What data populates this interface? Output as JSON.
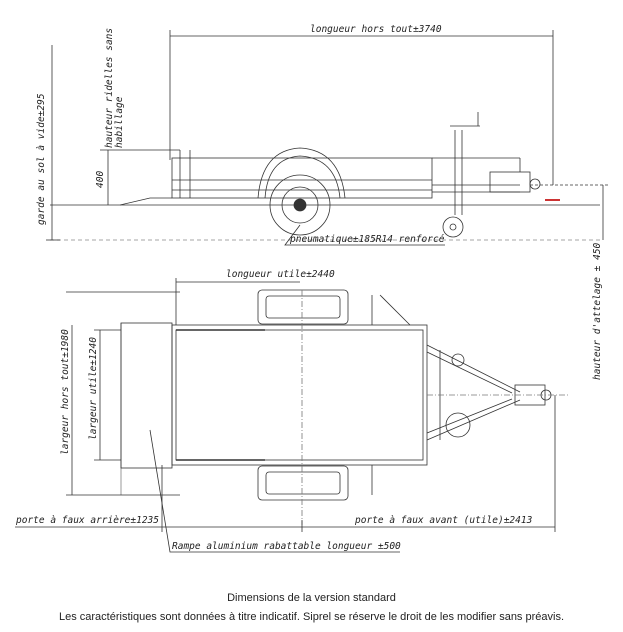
{
  "labels": {
    "longueur_hors_tout": "longueur hors tout±3740",
    "garde_au_sol": "garde au sol à vide±295",
    "hauteur_ridelles": "hauteur ridelles sans",
    "habillage": "habillage",
    "hauteur_400": "400",
    "pneumatique": "pneumatique±185R14 renforcé",
    "hauteur_attelage": "hauteur d'attelage ± 450",
    "longueur_utile": "longueur utile±2440",
    "largeur_hors_tout": "largeur hors tout±1980",
    "largeur_utile": "largeur utile±1240",
    "porte_faux_arriere": "porte à faux arrière±1235",
    "porte_faux_avant": "porte à faux avant (utile)±2413",
    "rampe": "Rampe aluminium rabattable longueur ±500"
  },
  "caption": {
    "title": "Dimensions de la version standard",
    "note": "Les caractéristiques sont données à titre indicatif. Siprel se réserve le droit de les modifier sans préavis."
  }
}
